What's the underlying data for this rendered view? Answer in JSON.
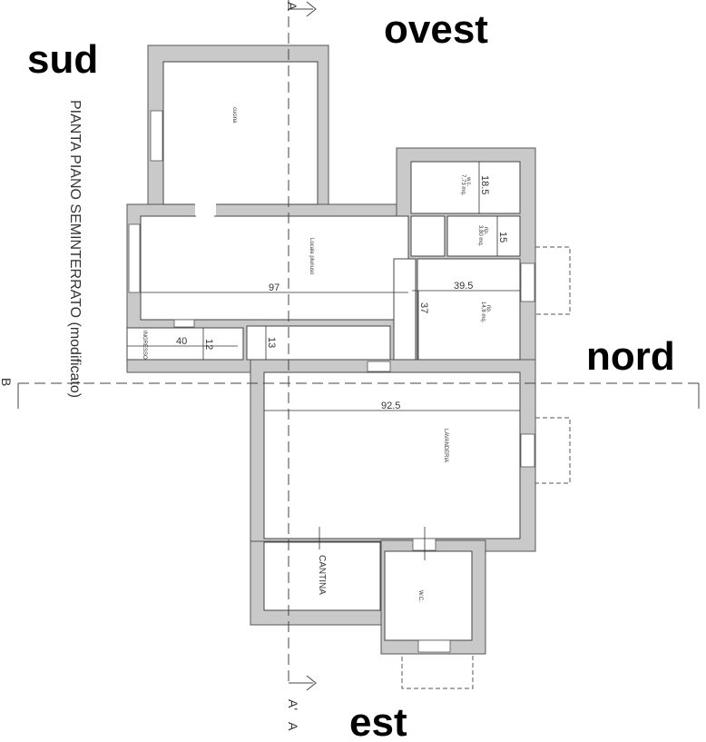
{
  "title": "PIANTA PIANO SEMINTERRATO (modificato)",
  "compass": {
    "south": "sud",
    "west": "ovest",
    "north": "nord",
    "east": "est"
  },
  "section_marks": {
    "a_top": "A",
    "a_bottom_1": "A'",
    "a_bottom_2": "A",
    "b_left": "B"
  },
  "rooms": {
    "cucina": "cucina",
    "locale": "Locale pluriuso",
    "wc_upper_name": "w.c.",
    "wc_upper_area": "7,73 mq.",
    "rip_small_name": "rip.",
    "rip_small_area": "3,80 mq.",
    "rip_big_name": "rip.",
    "rip_big_area": "14,8 mq.",
    "ingresso": "INGRESSO",
    "lavanderia": "LAVANDERIA",
    "cantina": "CANTINA",
    "wc_lower": "W.C."
  },
  "dimensions": {
    "d97": "97",
    "d39_5": "39.5",
    "d37": "37",
    "d40": "40",
    "d12": "12",
    "d13": "13",
    "d18_5": "18.5",
    "d15": "15",
    "d92_5": "92.5"
  },
  "colors": {
    "wall": "#c9c9c9",
    "text": "#000000"
  }
}
